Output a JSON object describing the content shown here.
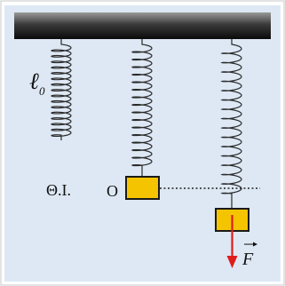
{
  "diagram": {
    "natural_length_label": "ℓ",
    "natural_length_subscript": "0",
    "equilibrium_label": "Θ.Ι.",
    "origin_label": "O",
    "force_label": "F",
    "colors": {
      "background": "#dde8f4",
      "ceiling_dark": "#0f0f0f",
      "ceiling_light": "#9a9a9a",
      "spring": "#2a2a2a",
      "mass_fill": "#f5c400",
      "mass_stroke": "#1a1a1a",
      "force_arrow": "#e11b1b",
      "dotted_line": "#222222"
    }
  }
}
